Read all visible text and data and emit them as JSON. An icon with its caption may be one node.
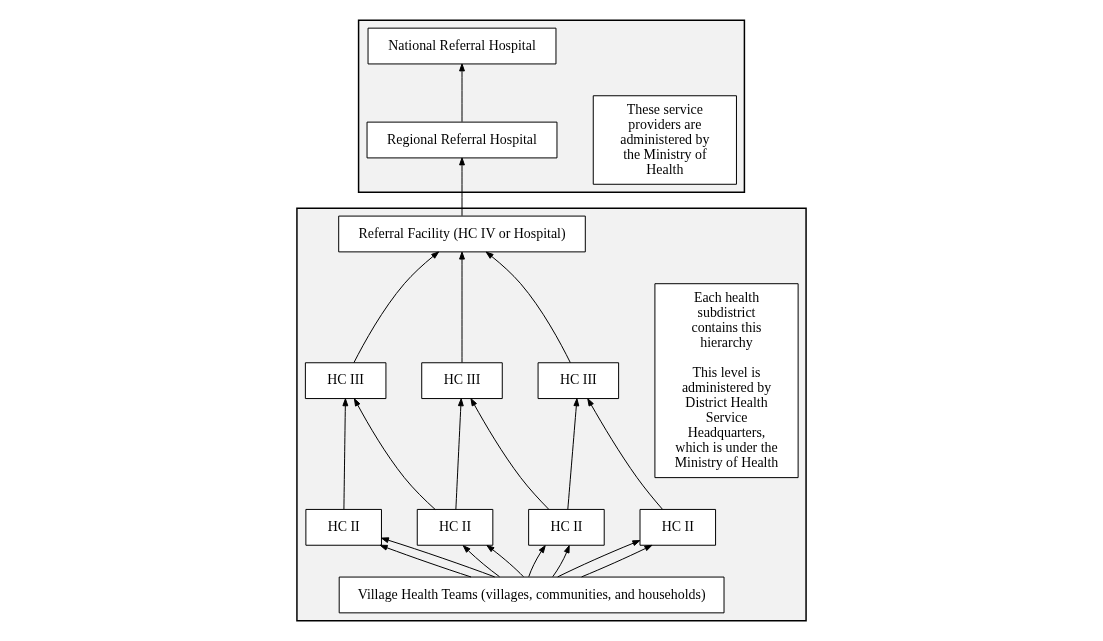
{
  "diagram": {
    "nodes": [
      {
        "text": [],
        "shape": "box"
      },
      {
        "text": [
          "National Referral Hospital"
        ],
        "in": 0
      },
      {
        "text": [
          "Regional Referral Hospital"
        ],
        "in": 0
      },
      {
        "text": [
          "These service providers are administered by the Ministry of Health"
        ],
        "in": 0
      },
      {
        "text": [],
        "shape": "box"
      },
      {
        "text": [
          "Referral Facility (HC IV or Hospital)"
        ],
        "in": 4
      },
      {
        "text": [
          "HC III"
        ],
        "in": 4
      },
      {
        "text": [
          "HC III"
        ],
        "in": 4
      },
      {
        "text": [
          "HC III"
        ],
        "in": 4
      },
      {
        "text": [
          "HC II"
        ],
        "in": 4
      },
      {
        "text": [
          "HC II"
        ],
        "in": 4
      },
      {
        "text": [
          "HC II"
        ],
        "in": 4
      },
      {
        "text": [
          "HC II"
        ],
        "in": 4
      },
      {
        "text": [
          "Village Health Teams (villages, communities, and households)"
        ],
        "in": 4
      },
      {
        "text": [
          "Each health subdistrict contains this hierarchy",
          "This level is administered by District Health Service Headquarters, which is under the Ministry of Health"
        ],
        "in": 4
      }
    ],
    "edges": [
      {
        "from": 2,
        "to": 1,
        "arrow": "to"
      },
      {
        "from": 5,
        "to": 2,
        "arrow": "to"
      },
      {
        "from": 6,
        "to": 5,
        "arrow": "to"
      },
      {
        "from": 7,
        "to": 5,
        "arrow": "to"
      },
      {
        "from": 8,
        "to": 5,
        "arrow": "to"
      },
      {
        "from": 9,
        "to": 6,
        "arrow": "to"
      },
      {
        "from": 10,
        "to": 6,
        "arrow": "to"
      },
      {
        "from": 10,
        "to": 7,
        "arrow": "to"
      },
      {
        "from": 11,
        "to": 7,
        "arrow": "to"
      },
      {
        "from": 11,
        "to": 8,
        "arrow": "to"
      },
      {
        "from": 12,
        "to": 8,
        "arrow": "to"
      },
      {
        "from": 13,
        "to": 9,
        "arrow": "to"
      },
      {
        "from": 13,
        "to": 9,
        "arrow": "to"
      },
      {
        "from": 13,
        "to": 10,
        "arrow": "to"
      },
      {
        "from": 13,
        "to": 10,
        "arrow": "to"
      },
      {
        "from": 13,
        "to": 11,
        "arrow": "to"
      },
      {
        "from": 13,
        "to": 11,
        "arrow": "to"
      },
      {
        "from": 13,
        "to": 12,
        "arrow": "to"
      },
      {
        "from": 13,
        "to": 12,
        "arrow": "to"
      }
    ]
  }
}
